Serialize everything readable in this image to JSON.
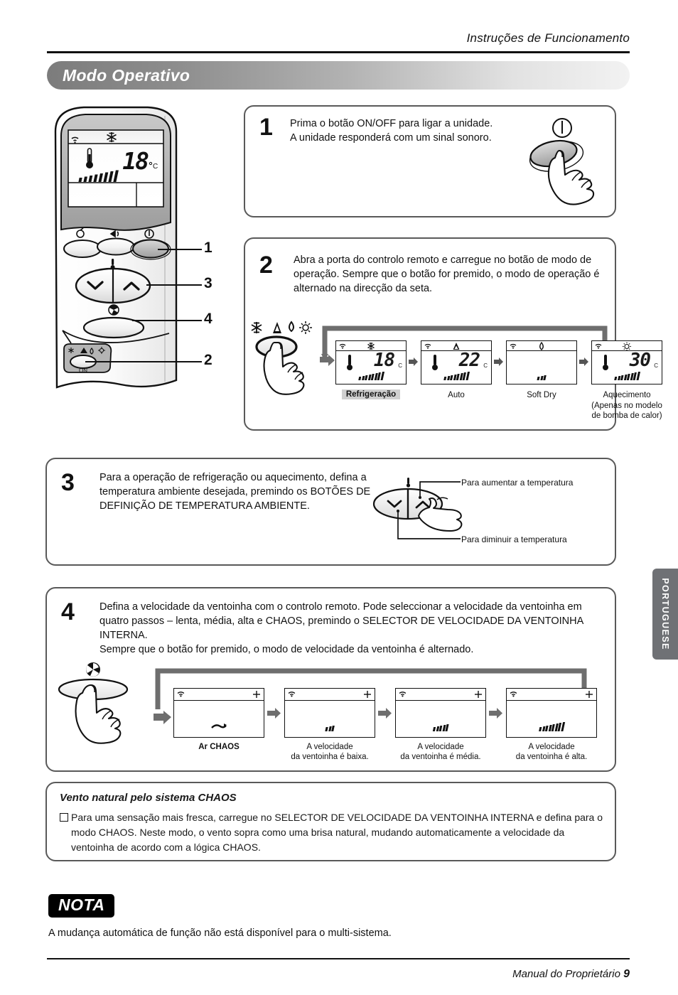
{
  "header": {
    "title": "Instruções de Funcionamento",
    "banner_title": "Modo Operativo"
  },
  "remote": {
    "callouts": [
      "1",
      "3",
      "4",
      "2"
    ],
    "lcd": {
      "wifi_icon": "signal-icon",
      "mode_icon": "snowflake-icon",
      "thermometer_icon": "thermometer-icon",
      "temperature": "18",
      "unit": "C"
    },
    "buttons": {
      "swing_icon": "swing-icon",
      "jet_icon": "jet-icon",
      "power_icon": "power-icon",
      "temp_down_icon": "chevron-down-icon",
      "temp_up_icon": "chevron-up-icon",
      "fan_icon": "fan-icon",
      "mode_icons": "snowflake-auto-drop-sun-icons",
      "on_label": "ON"
    }
  },
  "steps": [
    {
      "number": "1",
      "text": "Prima o botão ON/OFF para ligar a unidade.\nA unidade responderá com um sinal sonoro.",
      "power_icon": "power-icon"
    },
    {
      "number": "2",
      "text": "Abra a porta do controlo remoto e carregue no botão de modo de operação. Sempre que o botão for premido, o modo de operação é alternado na direcção da seta.",
      "mode_icons": [
        "snowflake-icon",
        "auto-triangle-icon",
        "water-drop-icon",
        "sun-icon"
      ],
      "modes": [
        {
          "label": "Refrigeração",
          "sub": "",
          "highlight": true,
          "icon": "snowflake-icon",
          "temperature": "18",
          "unit": "C",
          "bars": 8,
          "has_temp": true
        },
        {
          "label": "Auto",
          "sub": "",
          "highlight": false,
          "icon": "auto-triangle-icon",
          "temperature": "22",
          "unit": "C",
          "bars": 8,
          "has_temp": true
        },
        {
          "label": "Soft Dry",
          "sub": "",
          "highlight": false,
          "icon": "water-drop-icon",
          "temperature": "",
          "unit": "",
          "bars": 3,
          "has_temp": false
        },
        {
          "label": "Aquecimento",
          "sub": "(Apenas no modelo\nde bomba de calor)",
          "highlight": false,
          "icon": "sun-icon",
          "temperature": "30",
          "unit": "C",
          "bars": 8,
          "has_temp": true
        }
      ]
    },
    {
      "number": "3",
      "text": "Para a operação de refrigeração ou aquecimento, defina a temperatura ambiente desejada, premindo os BOTÕES DE DEFINIÇÃO DE TEMPERATURA AMBIENTE.",
      "increase_label": "Para aumentar a temperatura",
      "decrease_label": "Para diminuir a temperatura",
      "thermometer_icon": "thermometer-icon"
    },
    {
      "number": "4",
      "text": "Defina a velocidade da ventoinha com o controlo remoto. Pode seleccionar a velocidade da ventoinha em quatro passos – lenta, média, alta e CHAOS, premindo o SELECTOR DE VELOCIDADE DA VENTOINHA INTERNA.\nSempre que o botão for premido, o modo de velocidade da ventoinha é alternado.",
      "fan_icon": "fan-icon",
      "speeds": [
        {
          "label": "Ar CHAOS",
          "sub": "",
          "bold": true,
          "bars": 0,
          "chaos": true,
          "wifi_icon": "signal-icon",
          "plus_icon": "plus-icon"
        },
        {
          "label": "A velocidade",
          "sub": "da ventoinha é baixa.",
          "bold": false,
          "bars": 3,
          "chaos": false,
          "wifi_icon": "signal-icon",
          "plus_icon": "plus-icon"
        },
        {
          "label": "A velocidade",
          "sub": "da ventoinha é média.",
          "bold": false,
          "bars": 5,
          "chaos": false,
          "wifi_icon": "signal-icon",
          "plus_icon": "plus-icon"
        },
        {
          "label": "A velocidade",
          "sub": "da ventoinha é alta.",
          "bold": false,
          "bars": 8,
          "chaos": false,
          "wifi_icon": "signal-icon",
          "plus_icon": "plus-icon"
        }
      ]
    }
  ],
  "chaos_note": {
    "title": "Vento natural pelo sistema CHAOS",
    "bullet_icon": "square-bullet-icon",
    "body": "Para uma sensação mais fresca, carregue no SELECTOR DE VELOCIDADE DA VENTOINHA INTERNA e defina para o modo CHAOS. Neste modo, o vento sopra como uma brisa natural, mudando automaticamente a velocidade da ventoinha de acordo com a lógica CHAOS."
  },
  "nota": {
    "badge": "NOTA",
    "text": "A mudança automática de função não está disponível para o multi-sistema."
  },
  "sidetab": {
    "label": "PORTUGUESE"
  },
  "footer": {
    "text": "Manual do Proprietário",
    "page": "9"
  },
  "colors": {
    "banner_dark": "#7c7c7c",
    "banner_light": "#f2f2f2",
    "box_border": "#595959",
    "tab": "#6f7175",
    "highlight": "#cfcfcf"
  }
}
